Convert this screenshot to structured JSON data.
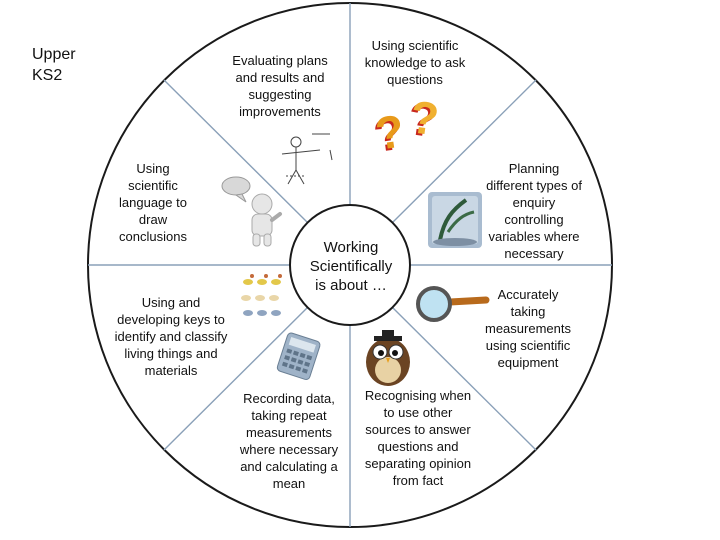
{
  "corner_label": "Upper\nKS2",
  "center_text": "Working\nScientifically\nis about …",
  "segments": [
    {
      "label": "Using scientific\nknowledge to ask\nquestions",
      "icon": "question-marks-icon"
    },
    {
      "label": "Planning\ndifferent types of\nenquiry\ncontrolling\nvariables where\nnecessary",
      "icon": "jar-plant-icon"
    },
    {
      "label": "Accurately\ntaking\nmeasurements\nusing scientific\nequipment",
      "icon": "magnifying-glass-icon"
    },
    {
      "label": "Recognising when\nto use other\nsources to answer\nquestions and\nseparating opinion\nfrom fact",
      "icon": "owl-icon"
    },
    {
      "label": "Recording data,\ntaking repeat\nmeasurements\nwhere necessary\nand calculating a\nmean",
      "icon": "calculator-icon"
    },
    {
      "label": "Using and\ndeveloping keys  to\nidentify and classify\nliving things and\nmaterials",
      "icon": "birds-key-icon"
    },
    {
      "label": "Using\nscientific\nlanguage to\ndraw\nconclusions",
      "icon": "thinking-figure-icon"
    },
    {
      "label": "Evaluating plans\nand results and\nsuggesting\nimprovements",
      "icon": "stick-figure-icon"
    }
  ],
  "colors": {
    "outline": "#1a1a1a",
    "divider": "#8aa0b8",
    "question": "#e89a1a",
    "question_dark": "#c8281e"
  }
}
